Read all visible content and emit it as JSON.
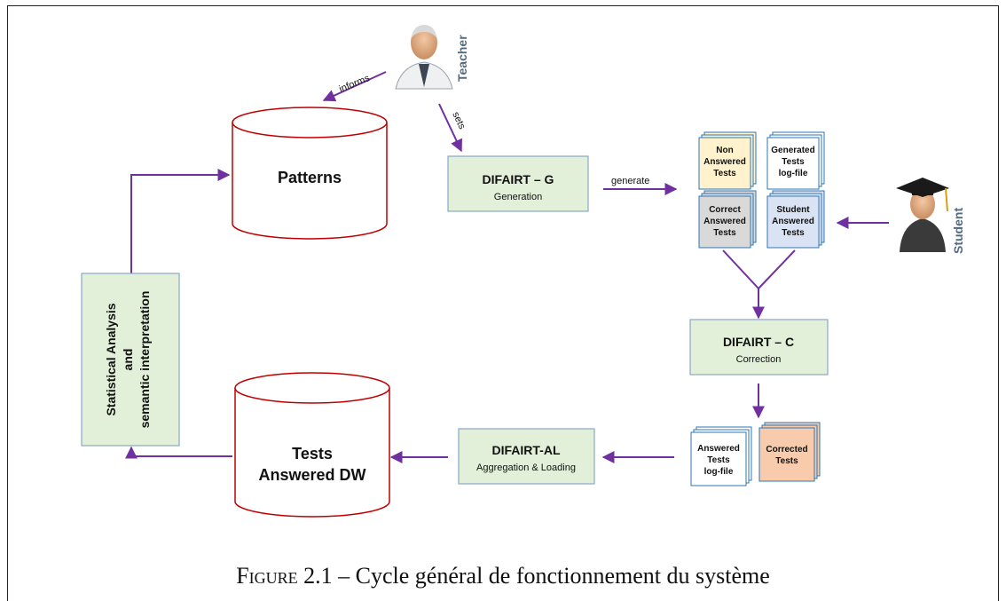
{
  "diagram": {
    "nodes": {
      "patterns": "Patterns",
      "tests_dw_line1": "Tests",
      "tests_dw_line2": "Answered DW",
      "difairt_g_title": "DIFAIRT – G",
      "difairt_g_sub": "Generation",
      "difairt_c_title": "DIFAIRT – C",
      "difairt_c_sub": "Correction",
      "difairt_al_title": "DIFAIRT-AL",
      "difairt_al_sub": "Aggregation & Loading",
      "stat_line1": "Statistical Analysis",
      "stat_line2": "and",
      "stat_line3": "semantic interpretation",
      "teacher": "Teacher",
      "student": "Student"
    },
    "documents": {
      "non_answered": [
        "Non",
        "Answered",
        "Tests"
      ],
      "generated_log": [
        "Generated",
        "Tests",
        "log-file"
      ],
      "correct_answered": [
        "Correct",
        "Answered",
        "Tests"
      ],
      "student_answered": [
        "Student",
        "Answered",
        "Tests"
      ],
      "answered_log": [
        "Answered",
        "Tests",
        "log-file"
      ],
      "corrected": [
        "Corrected",
        "Tests"
      ]
    },
    "edges": {
      "informs": "informs",
      "sets": "sets",
      "generate": "generate"
    },
    "colors": {
      "arrow": "#7030a0",
      "cylinder_stroke": "#c00000",
      "process_fill": "#e2efd9",
      "process_stroke": "#8aa8c8",
      "doc_yellow": "#fff2cc",
      "doc_white": "#ffffff",
      "doc_gray": "#d9d9d9",
      "doc_blue": "#dae3f3",
      "doc_orange": "#f8cbad",
      "doc_stroke": "#2e75b6"
    }
  },
  "caption": {
    "label": "Figure 2.1",
    "text": "– Cycle général de fonctionnement du système"
  }
}
